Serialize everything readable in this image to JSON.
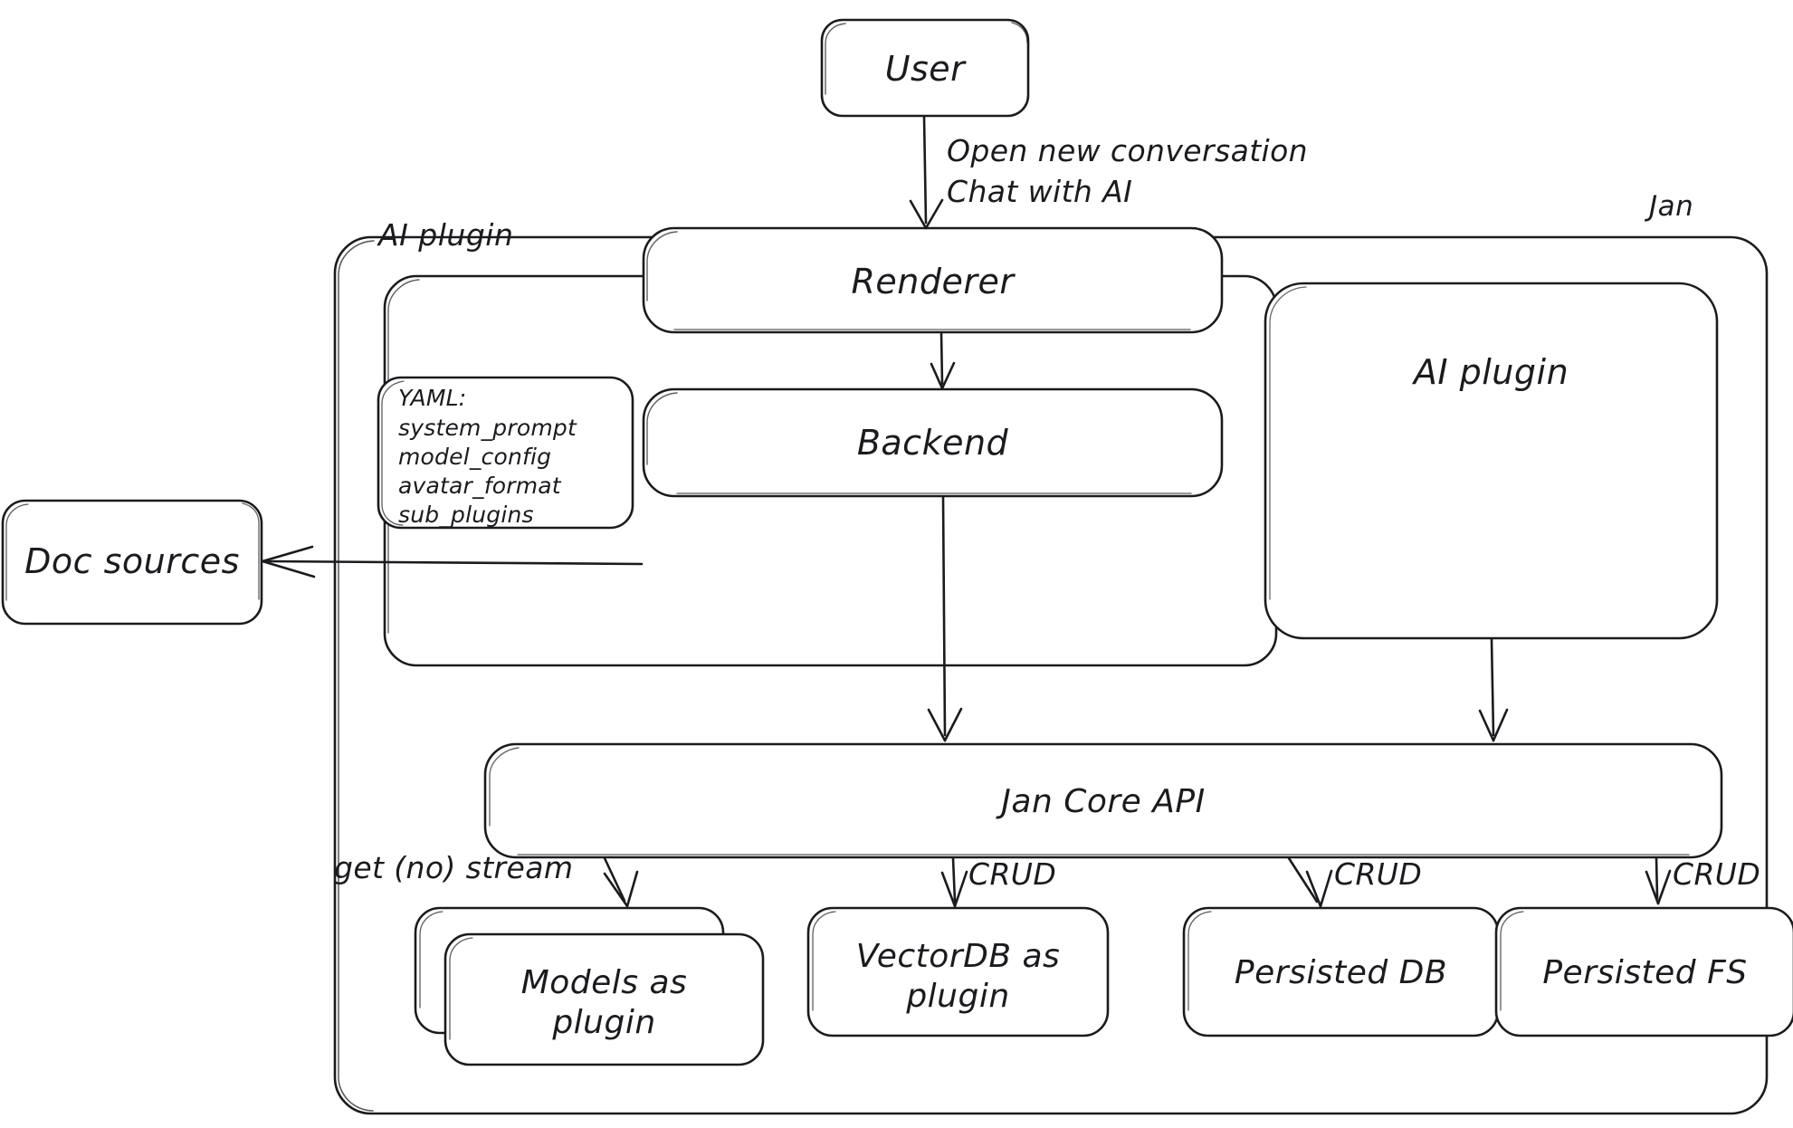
{
  "diagram": {
    "title": "Jan architecture diagram",
    "style": "hand-drawn sketch",
    "stroke_color": "#1b1b1f",
    "fill_color": "#ffffff",
    "background": "#ffffff"
  },
  "containers": {
    "jan": {
      "label": "Jan"
    },
    "ai_plugin_group": {
      "label": "AI plugin"
    }
  },
  "nodes": {
    "user": {
      "label": "User"
    },
    "renderer": {
      "label": "Renderer"
    },
    "backend": {
      "label": "Backend"
    },
    "ai_plugin": {
      "label": "AI plugin"
    },
    "doc_sources": {
      "label": "Doc sources"
    },
    "jan_core_api": {
      "label": "Jan Core API"
    },
    "models_as_plugin": {
      "label": "Models as\nplugin"
    },
    "vectordb_as_plugin": {
      "label": "VectorDB as\nplugin"
    },
    "persisted_db": {
      "label": "Persisted DB"
    },
    "persisted_fs": {
      "label": "Persisted FS"
    }
  },
  "yaml_note": {
    "title": "YAML:",
    "lines": [
      "system_prompt",
      "model_config",
      "avatar_format",
      "sub_plugins"
    ]
  },
  "edges": [
    {
      "id": "user-to-renderer",
      "from": "user",
      "to": "renderer",
      "label": "Open new conversation\nChat with AI"
    },
    {
      "id": "renderer-to-backend",
      "from": "renderer",
      "to": "backend",
      "label": ""
    },
    {
      "id": "backend-to-doc-sources",
      "from": "backend",
      "to": "doc_sources",
      "label": ""
    },
    {
      "id": "backend-to-core",
      "from": "backend",
      "to": "jan_core_api",
      "label": ""
    },
    {
      "id": "ai-plugin-to-core",
      "from": "ai_plugin",
      "to": "jan_core_api",
      "label": ""
    },
    {
      "id": "core-to-models",
      "from": "jan_core_api",
      "to": "models_as_plugin",
      "label": "get (no) stream"
    },
    {
      "id": "core-to-vectordb",
      "from": "jan_core_api",
      "to": "vectordb_as_plugin",
      "label": "CRUD"
    },
    {
      "id": "core-to-persisted-db",
      "from": "jan_core_api",
      "to": "persisted_db",
      "label": "CRUD"
    },
    {
      "id": "core-to-persisted-fs",
      "from": "jan_core_api",
      "to": "persisted_fs",
      "label": "CRUD"
    }
  ],
  "edge_labels": {
    "user_to_renderer_line1": "Open new conversation",
    "user_to_renderer_line2": "Chat with AI",
    "get_no_stream": "get (no) stream",
    "crud_1": "CRUD",
    "crud_2": "CRUD",
    "crud_3": "CRUD"
  }
}
